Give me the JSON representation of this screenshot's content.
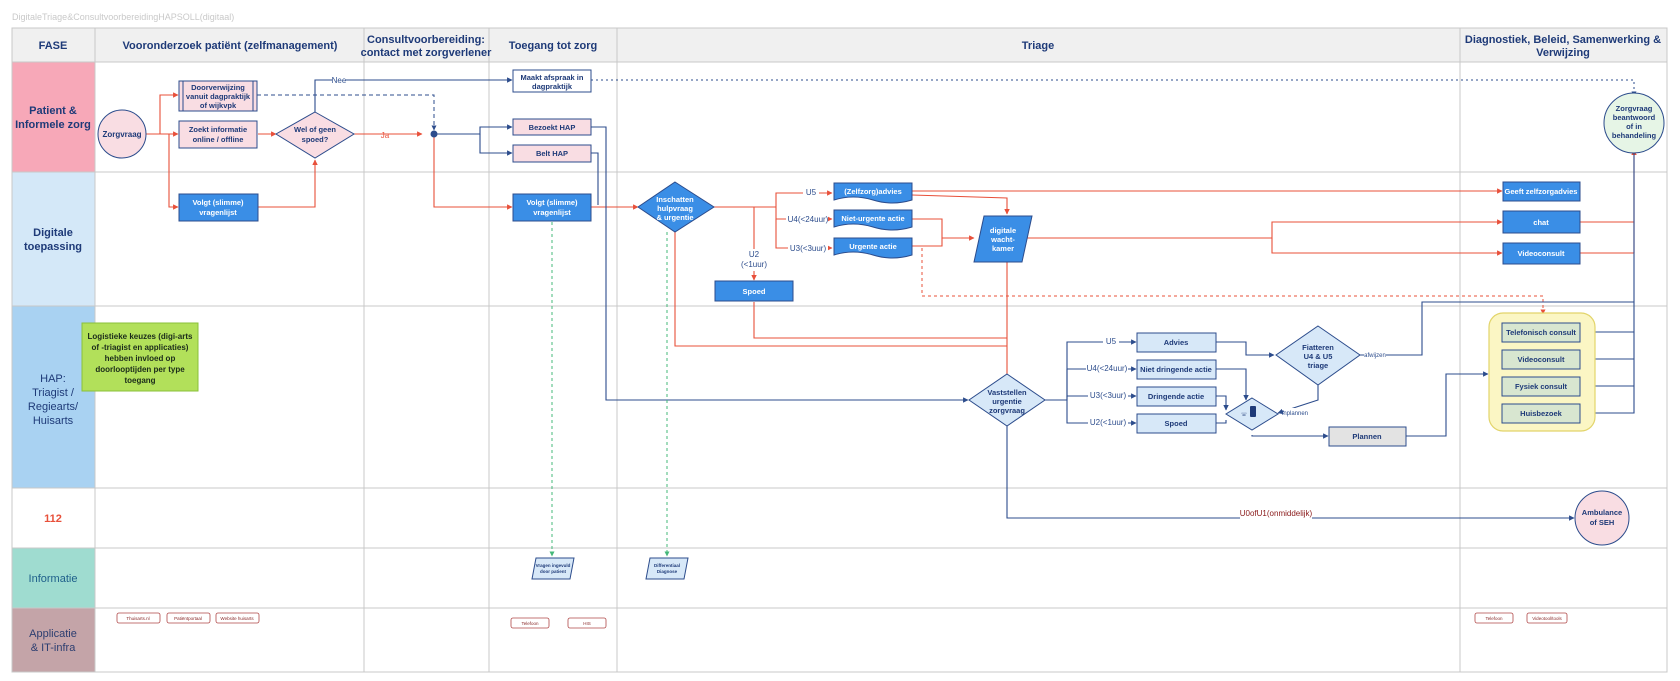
{
  "title": "DigitaleTriage&ConsultvoorbereidingHAPSOLL(digitaal)",
  "colors": {
    "red_flow": "#e8503a",
    "blue_flow": "#2c4c8c",
    "box_blue": "#3a8ee6",
    "box_pink": "#f9dde3",
    "box_light_blue": "#d7e8f8",
    "row_patient": "#f7a8b8",
    "row_digital": "#d4e8f8",
    "row_hap": "#a9d2f2",
    "row_info": "#9fdcd0",
    "row_app": "#c4a4a8",
    "header_bg": "#f0f0f0",
    "note_green": "#b2e05a",
    "consult_yellow": "#fbf6c4",
    "green_dash": "#45b87a",
    "text_dark": "#1e3a78"
  },
  "phases": {
    "fase": "FASE",
    "vooronderzoek": "Vooronderzoek patiënt (zelfmanagement)",
    "consultvoorbereiding": [
      "Consultvoorbereiding:",
      "contact met zorgverlener"
    ],
    "toegang": "Toegang tot zorg",
    "triage": "Triage",
    "diagnostiek": [
      "Diagnostiek, Beleid, Samenwerking &",
      "Verwijzing"
    ]
  },
  "lanes": {
    "patient": [
      "Patient &",
      "Informele zorg"
    ],
    "digitaal": [
      "Digitale",
      "toepassing"
    ],
    "hap": [
      "HAP:",
      "Triagist /",
      "Regiearts/",
      "Huisarts"
    ],
    "n112": "112",
    "informatie": "Informatie",
    "applicatie": [
      "Applicatie",
      "& IT-infra"
    ]
  },
  "nodes": {
    "zorgvraag": "Zorgvraag",
    "doorverwijzing": [
      "Doorverwijzing",
      "vanuit dagpraktijk",
      "of wijkvpk"
    ],
    "zoekt_info": [
      "Zoekt informatie",
      "online / offline"
    ],
    "wel_geen": [
      "Wel of geen",
      "spoed?"
    ],
    "volgt_1": [
      "Volgt (slimme)",
      "vragenlijst"
    ],
    "maakt_afspraak": [
      "Maakt afspraak in",
      "dagpraktijk"
    ],
    "bezoekt_hap": "Bezoekt HAP",
    "belt_hap": "Belt HAP",
    "volgt_2": [
      "Volgt (slimme)",
      "vragenlijst"
    ],
    "inschatten": [
      "Inschatten",
      "hulpvraag",
      "& urgentie"
    ],
    "zelfzorgadvies": "(Zelfzorg)advies",
    "niet_urgent": "Niet-urgente actie",
    "urgente_actie": "Urgente actie",
    "spoed_top": "Spoed",
    "digitale_wachtkamer": [
      "digitale",
      "wacht-",
      "kamer"
    ],
    "vaststellen": [
      "Vaststellen",
      "urgentie",
      "zorgvraag"
    ],
    "advies": "Advies",
    "niet_dringend": "Niet dringende actie",
    "dringende": "Dringende actie",
    "spoed_hap": "Spoed",
    "fiatteren": [
      "Fiatteren",
      "U4 & U5",
      "triage"
    ],
    "plannen": "Plannen",
    "geeft_zelfzorg": "Geeft zelfzorgadvies",
    "chat": "chat",
    "videoconsult_dig": "Videoconsult",
    "telefonisch": "Telefonisch consult",
    "videoconsult_hap": "Videoconsult",
    "fysiek": "Fysiek consult",
    "huisbezoek": "Huisbezoek",
    "zorgvraag_beantwoord": [
      "Zorgvraag",
      "beantwoord",
      "of in",
      "behandeling"
    ],
    "ambulance": [
      "Ambulance",
      "of SEH"
    ],
    "logistieke": [
      "Logistieke keuzes (digi-arts",
      "of -triagist en applicaties)",
      "hebben invloed op",
      "doorlooptijden per type",
      "toegang"
    ],
    "vragen_ingevuld": [
      "Vragen ingevuld",
      "door patient"
    ],
    "differentiaal": [
      "Differentiaal",
      "Diagnose"
    ]
  },
  "edge_labels": {
    "nee": "Nee",
    "ja": "Ja",
    "u5": "U5",
    "u4": "U4(<24uur)",
    "u3": "U3(<3uur)",
    "u2": [
      "U2",
      "(<1uur)"
    ],
    "u5_hap": "U5",
    "u4_hap": "U4(<24uur)",
    "u3_hap": "U3(<3uur)",
    "u2_hap": "U2(<1uur)",
    "afwijzen": "afwijzen",
    "inplannen": "inplannen",
    "u0u1": "U0ofU1(onmiddelijk)"
  },
  "apps": {
    "thuisarts": "Thuisarts.nl",
    "patientportaal": "Patiëntportaal",
    "website": "Website huisarts",
    "telefoon_1": "Telefoon",
    "his": "HIS",
    "telefoon_2": "Telefoon",
    "videotool": "Videotool/tools"
  }
}
